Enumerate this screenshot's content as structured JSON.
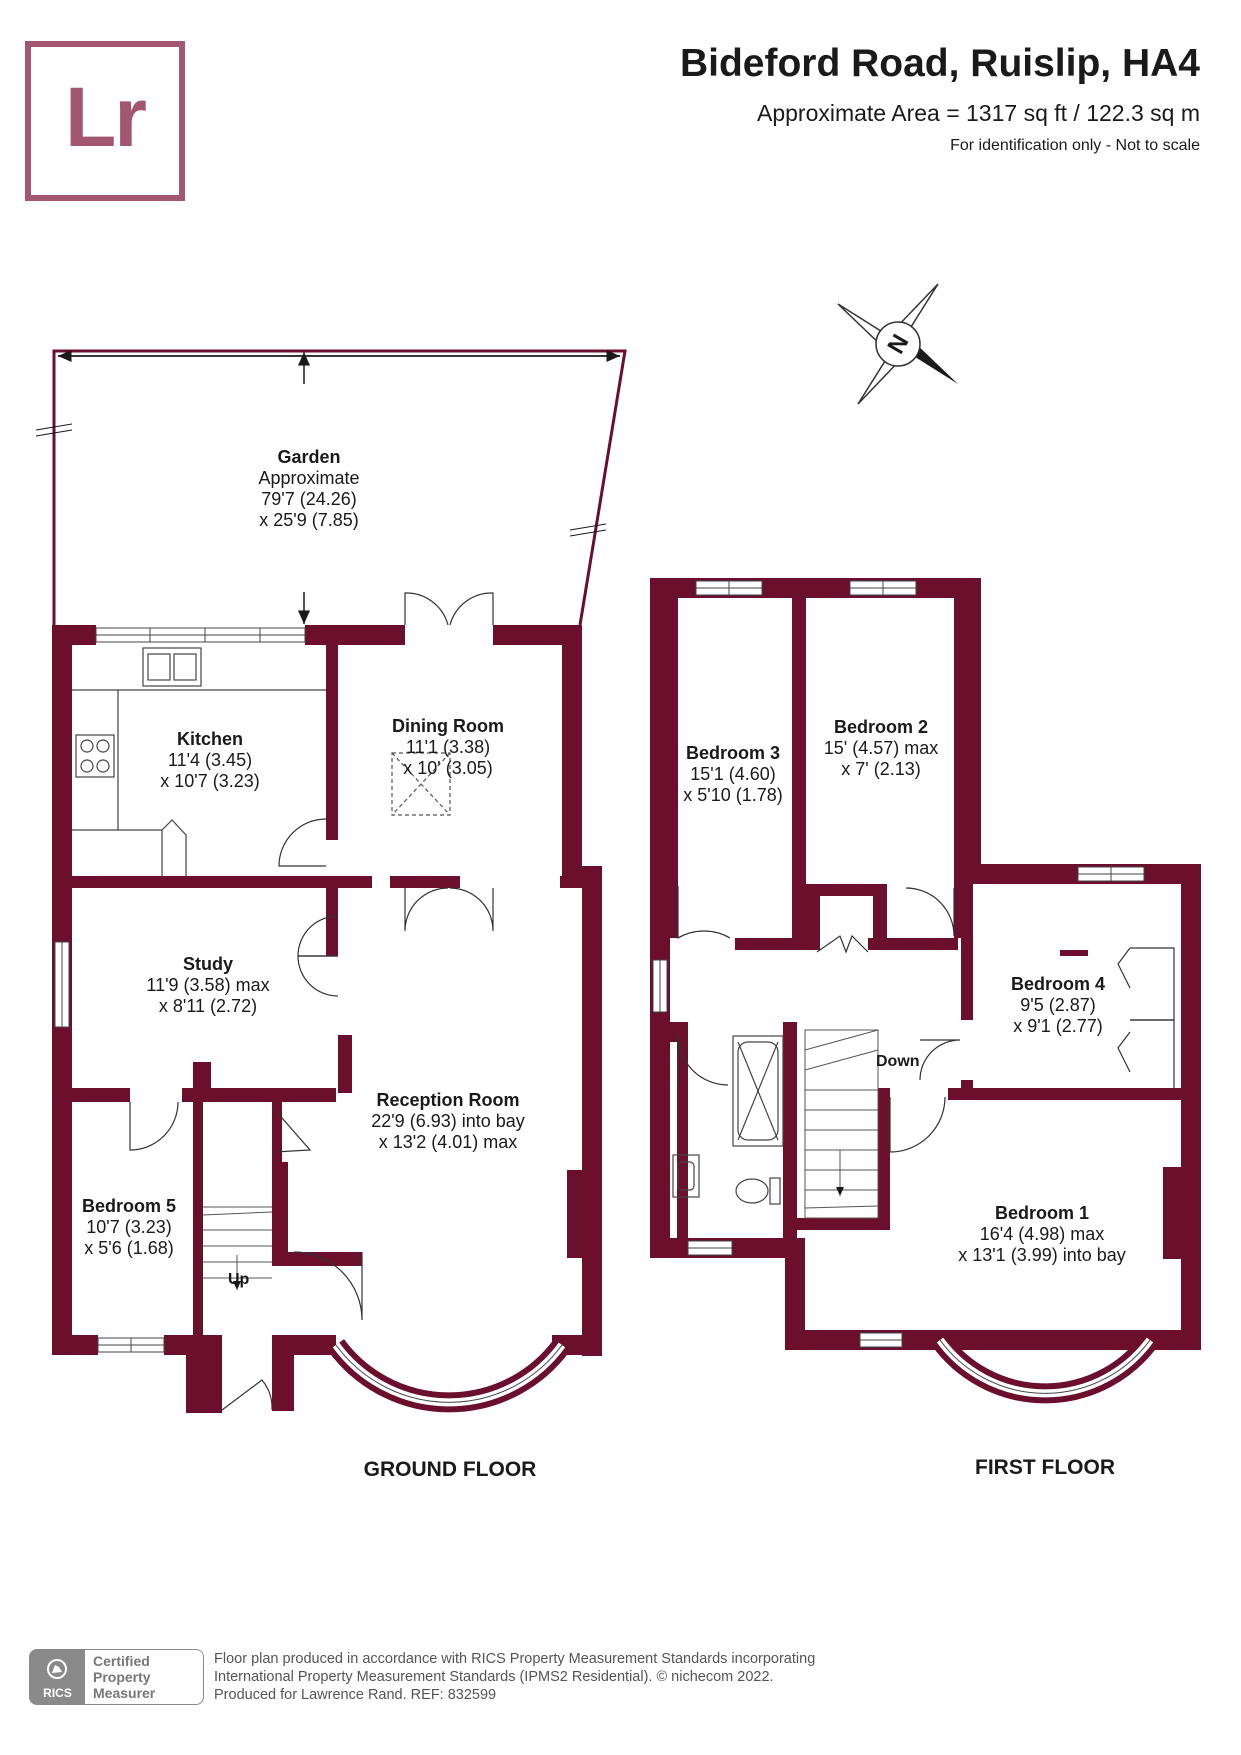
{
  "brand": {
    "logo_text": "Lr",
    "accent_color": "#a3566f",
    "wall_color": "#6b0f2c"
  },
  "header": {
    "title": "Bideford Road, Ruislip, HA4",
    "area": "Approximate Area = 1317 sq ft / 122.3 sq m",
    "note": "For identification only - Not to scale"
  },
  "compass": {
    "icon": "north-compass-icon",
    "letter": "N"
  },
  "ground_floor": {
    "label": "GROUND FLOOR",
    "rooms": {
      "garden": {
        "name": "Garden",
        "lines": [
          "Approximate",
          "79'7 (24.26)",
          "x 25'9 (7.85)"
        ]
      },
      "kitchen": {
        "name": "Kitchen",
        "lines": [
          "11'4 (3.45)",
          "x 10'7 (3.23)"
        ]
      },
      "dining": {
        "name": "Dining Room",
        "lines": [
          "11'1 (3.38)",
          "x 10' (3.05)"
        ]
      },
      "study": {
        "name": "Study",
        "lines": [
          "11'9 (3.58) max",
          "x 8'11 (2.72)"
        ]
      },
      "reception": {
        "name": "Reception Room",
        "lines": [
          "22'9 (6.93) into bay",
          "x 13'2 (4.01) max"
        ]
      },
      "bedroom5": {
        "name": "Bedroom 5",
        "lines": [
          "10'7 (3.23)",
          "x 5'6 (1.68)"
        ]
      }
    },
    "stair_label": "Up"
  },
  "first_floor": {
    "label": "FIRST FLOOR",
    "rooms": {
      "bedroom3": {
        "name": "Bedroom 3",
        "lines": [
          "15'1 (4.60)",
          "x 5'10 (1.78)"
        ]
      },
      "bedroom2": {
        "name": "Bedroom 2",
        "lines": [
          "15' (4.57) max",
          "x 7' (2.13)"
        ]
      },
      "bedroom4": {
        "name": "Bedroom 4",
        "lines": [
          "9'5 (2.87)",
          "x 9'1 (2.77)"
        ]
      },
      "bedroom1": {
        "name": "Bedroom 1",
        "lines": [
          "16'4 (4.98) max",
          "x 13'1 (3.99) into bay"
        ]
      }
    },
    "stair_label": "Down"
  },
  "footer": {
    "rics": {
      "name": "RICS",
      "badge_lines": [
        "Certified",
        "Property",
        "Measurer"
      ]
    },
    "lines": [
      "Floor plan produced in accordance with RICS Property Measurement Standards incorporating",
      "International Property Measurement Standards (IPMS2 Residential).   © nichecom 2022.",
      "Produced for Lawrence Rand.   REF:  832599"
    ]
  }
}
